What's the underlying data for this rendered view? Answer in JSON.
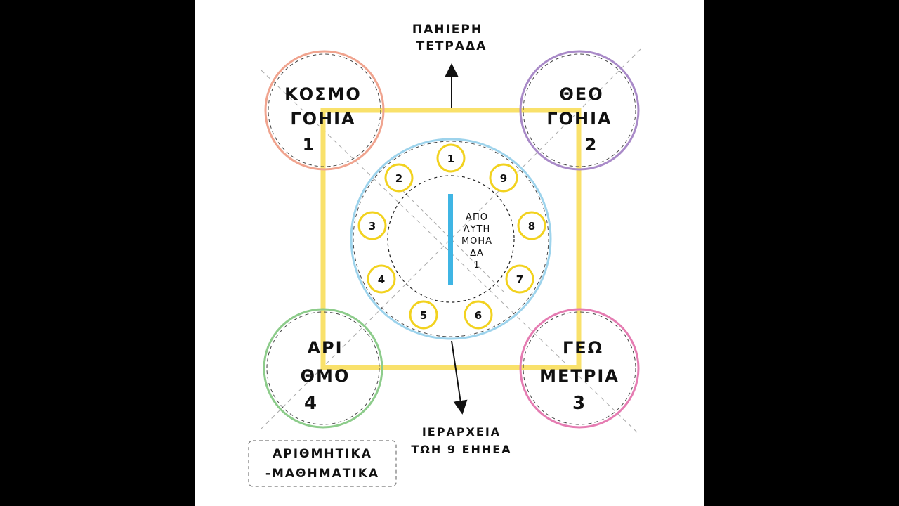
{
  "colors": {
    "background": "#000000",
    "canvas": "#ffffff",
    "square": "#f9e16b",
    "nodes": "#f2d21f",
    "inner_circle": "#9dd3ec",
    "center_bar": "#3fb5e4",
    "circle_1": "#f0a48f",
    "circle_2": "#a98ac8",
    "circle_3": "#e57cb2",
    "circle_4": "#8dcc8b"
  },
  "top_arrow": {
    "line1": "ΠΑΗΙΕΡΗ",
    "line2": "ΤΕΤΡΑΔΑ"
  },
  "bottom_arrow": {
    "line1": "ΙΕΡΑΡΧΕΙΑ",
    "line2": "ΤΩΗ 9 ΕΗΗΕΑ"
  },
  "corners": {
    "c1": {
      "line1": "ΚΟΣΜΟ",
      "line2": "ΓΟΗΙΑ",
      "number": "1"
    },
    "c2": {
      "line1": "ΘΕΟ",
      "line2": "ΓΟΗΙΑ",
      "number": "2"
    },
    "c3": {
      "line1": "ΓΕΩ",
      "line2": "ΜΕΤΡΙΑ",
      "number": "3"
    },
    "c4": {
      "line1": "ΑΡΙ",
      "line2": "ΘΜΟ",
      "number": "4"
    }
  },
  "center": {
    "lines": [
      "ΑΠΟ",
      "ΛΥΤΗ",
      "ΜΟΗΑ",
      "ΔΑ",
      "1"
    ]
  },
  "nodes": [
    "1",
    "9",
    "8",
    "7",
    "6",
    "5",
    "4",
    "3",
    "2"
  ],
  "legend": {
    "line1": "ΑΡΙΘΜΗΤΙΚΑ",
    "line2": "-ΜΑΘΗΜΑΤΙΚΑ"
  }
}
